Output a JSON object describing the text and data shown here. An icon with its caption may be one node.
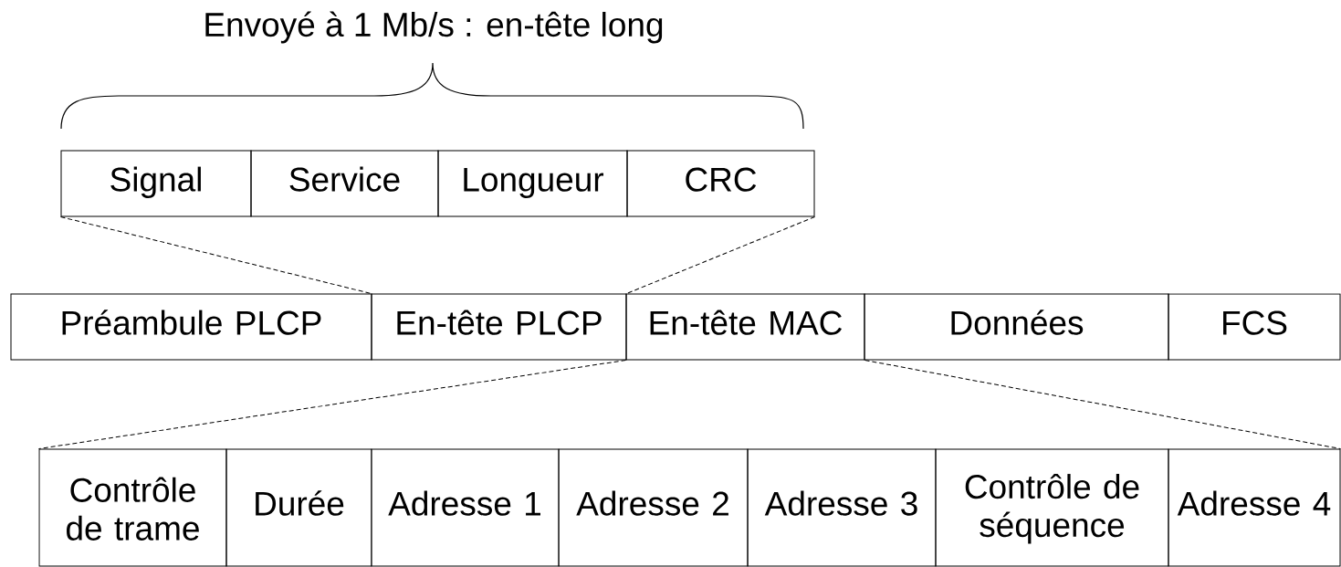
{
  "diagram": {
    "nodes": [
      {
        "text": [
          "Signal"
        ]
      },
      {
        "text": [
          "Service"
        ]
      },
      {
        "text": [
          "Longueur"
        ]
      },
      {
        "text": [
          "CRC"
        ]
      },
      {
        "text": [
          "Préambule PLCP"
        ]
      },
      {
        "text": [
          "En-tête PLCP"
        ]
      },
      {
        "text": [
          "En-tête MAC"
        ]
      },
      {
        "text": [
          "Données"
        ]
      },
      {
        "text": [
          "FCS"
        ]
      },
      {
        "text": [
          "Contrôle de trame"
        ]
      },
      {
        "text": [
          "Durée"
        ]
      },
      {
        "text": [
          "Adresse 1"
        ]
      },
      {
        "text": [
          "Adresse 2"
        ]
      },
      {
        "text": [
          "Adresse 3"
        ]
      },
      {
        "text": [
          "Contrôle de séquence"
        ]
      },
      {
        "text": [
          "Adresse 4"
        ]
      }
    ],
    "edges": [
      {
        "from": 0,
        "to": 5,
        "arrow": "none",
        "style": "dashed"
      },
      {
        "from": 3,
        "to": 5,
        "arrow": "none",
        "style": "dashed"
      },
      {
        "from": 6,
        "to": 9,
        "arrow": "none",
        "style": "dashed"
      },
      {
        "from": 6,
        "to": 15,
        "arrow": "none",
        "style": "dashed"
      }
    ],
    "labels": [
      "Envoyé à 1 Mb/s : en-tête long"
    ]
  }
}
